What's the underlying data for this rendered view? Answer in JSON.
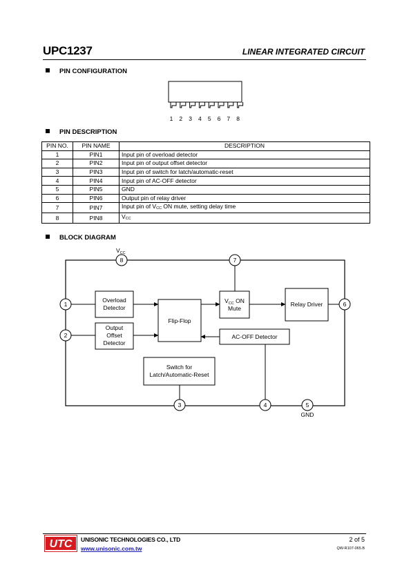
{
  "header": {
    "part_number": "UPC1237",
    "doc_title": "LINEAR INTEGRATED CIRCUIT"
  },
  "sections": {
    "pin_config": "PIN CONFIGURATION",
    "pin_desc": "PIN DESCRIPTION",
    "block_diagram": "BLOCK DIAGRAM"
  },
  "package": {
    "pin_labels": [
      "1",
      "2",
      "3",
      "4",
      "5",
      "6",
      "7",
      "8"
    ]
  },
  "pin_table": {
    "headers": [
      "PIN NO.",
      "PIN NAME",
      "DESCRIPTION"
    ],
    "rows": [
      {
        "no": "1",
        "name": "PIN1",
        "desc": "Input pin of overload detector"
      },
      {
        "no": "2",
        "name": "PIN2",
        "desc": "Input pin of output offset detector"
      },
      {
        "no": "3",
        "name": "PIN3",
        "desc": "Input pin of switch for latch/automatic-reset"
      },
      {
        "no": "4",
        "name": "PIN4",
        "desc": "Input pin of AC-OFF detector"
      },
      {
        "no": "5",
        "name": "PIN5",
        "desc": "GND"
      },
      {
        "no": "6",
        "name": "PIN6",
        "desc": "Output pin of relay driver"
      },
      {
        "no": "7",
        "name": "PIN7",
        "desc_pre": "Input pin of V",
        "desc_sub": "CC",
        "desc_post": " ON mute, setting delay time"
      },
      {
        "no": "8",
        "name": "PIN8",
        "desc_pre": "V",
        "desc_sub": "CC",
        "desc_post": ""
      }
    ]
  },
  "block": {
    "vcc_main": "V",
    "vcc_sub": "CC",
    "gnd": "GND",
    "overload_l1": "Overload",
    "overload_l2": "Detector",
    "offset_l1": "Output",
    "offset_l2": "Offset",
    "offset_l3": "Detector",
    "flipflop": "Flip-Flop",
    "mute_main": "V",
    "mute_sub": "CC",
    "mute_on": " ON",
    "mute_l2": "Mute",
    "relay": "Relay Driver",
    "acoff": "AC-OFF Detector",
    "switch_l1": "Switch for",
    "switch_l2": "Latch/Automatic-Reset",
    "pins": {
      "p1": "1",
      "p2": "2",
      "p3": "3",
      "p4": "4",
      "p5": "5",
      "p6": "6",
      "p7": "7",
      "p8": "8"
    }
  },
  "footer": {
    "logo_text": "UTC",
    "company": "UNISONIC TECHNOLOGIES CO., LTD",
    "website": "www.unisonic.com.tw",
    "page": "2 of 5",
    "doc_code": "QW-R107-065.B"
  },
  "colors": {
    "logo_red": "#d71920",
    "link_blue": "#1a1ab0"
  }
}
